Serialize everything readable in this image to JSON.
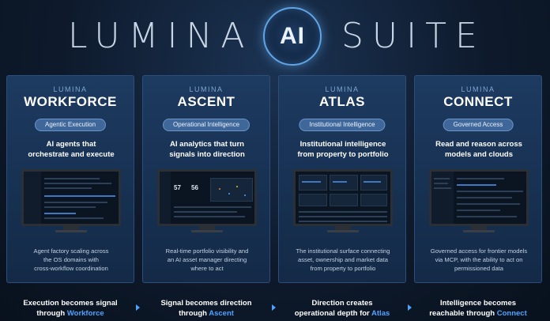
{
  "header": {
    "word_left": "LUMINA",
    "word_ai": "AI",
    "word_right": "SUITE"
  },
  "colors": {
    "accent": "#4fa3ff",
    "card_bg": "#1d3a60",
    "pill_bg": "#3f679a",
    "page_bg": "#0e1a2c"
  },
  "cards": [
    {
      "brand": "LUMINA",
      "title": "WORKFORCE",
      "pill": "Agentic Execution",
      "headline_1": "AI agents that",
      "headline_2": "orchestrate and execute",
      "screen_icon": "monitor-dashboard-workforce",
      "desc_1": "Agent factory scaling across",
      "desc_2": "the OS domains with",
      "desc_3": "cross-workflow coordination"
    },
    {
      "brand": "LUMINA",
      "title": "ASCENT",
      "pill": "Operational Intelligence",
      "headline_1": "AI analytics that turn",
      "headline_2": "signals into direction",
      "screen_num_1": "57",
      "screen_num_2": "56",
      "screen_icon": "monitor-dashboard-ascent",
      "desc_1": "Real-time portfolio visibility and",
      "desc_2": "an AI asset manager directing",
      "desc_3": "where to act"
    },
    {
      "brand": "LUMINA",
      "title": "ATLAS",
      "pill": "Institutional Intelligence",
      "headline_1": "Institutional intelligence",
      "headline_2": "from property to portfolio",
      "screen_icon": "monitor-dashboard-atlas",
      "desc_1": "The institutional surface connecting",
      "desc_2": "asset, ownership and market data",
      "desc_3": "from property to portfolio"
    },
    {
      "brand": "LUMINA",
      "title": "CONNECT",
      "pill": "Governed Access",
      "headline_1": "Read and reason across",
      "headline_2": "models and clouds",
      "screen_icon": "monitor-dashboard-connect",
      "desc_1": "Governed access for frontier models",
      "desc_2": "via MCP, with the ability to act on",
      "desc_3": "permissioned data"
    }
  ],
  "footer": [
    {
      "line_1": "Execution becomes signal",
      "prefix_2": "through ",
      "accent": "Workforce"
    },
    {
      "line_1": "Signal becomes direction",
      "prefix_2": "through ",
      "accent": "Ascent"
    },
    {
      "line_1": "Direction creates",
      "prefix_2": "operational depth for ",
      "accent": "Atlas"
    },
    {
      "line_1": "Intelligence becomes",
      "prefix_2": "reachable through ",
      "accent": "Connect"
    }
  ]
}
